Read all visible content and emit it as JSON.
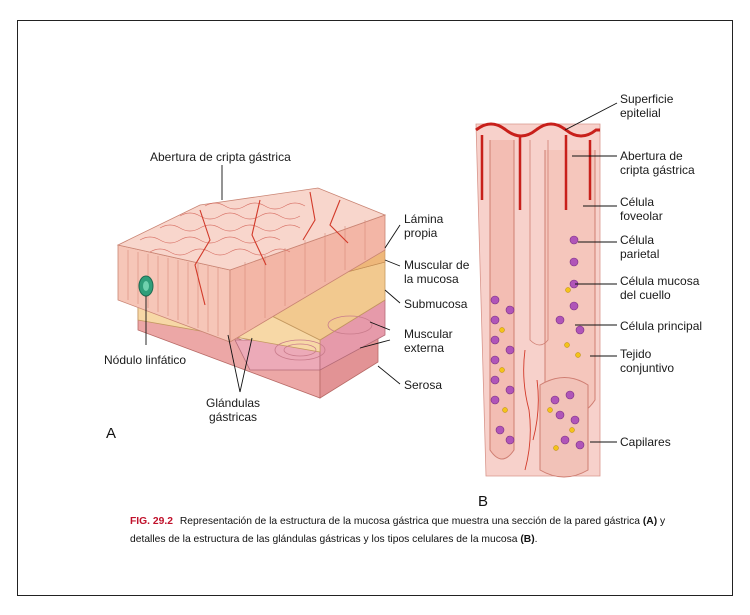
{
  "panel_a": {
    "letter": "A",
    "labels": {
      "abertura_cripta": "Abertura de cripta gástrica",
      "lamina_propia": [
        "Lámina",
        "propia"
      ],
      "muscular_mucosa": [
        "Muscular de",
        "la mucosa"
      ],
      "submucosa": "Submucosa",
      "muscular_externa": [
        "Muscular",
        "externa"
      ],
      "serosa": "Serosa",
      "nodulo_linfatico": "Nódulo linfático",
      "glandulas_gastricas": [
        "Glándulas",
        "gástricas"
      ]
    }
  },
  "panel_b": {
    "letter": "B",
    "labels": {
      "superficie_epitelial": [
        "Superficie",
        "epitelial"
      ],
      "abertura_cripta": [
        "Abertura de",
        "cripta gástrica"
      ],
      "celula_foveolar": [
        "Célula",
        "foveolar"
      ],
      "celula_parietal": [
        "Célula",
        "parietal"
      ],
      "celula_mucosa_cuello": [
        "Célula mucosa",
        "del cuello"
      ],
      "celula_principal": "Célula principal",
      "tejido_conjuntivo": [
        "Tejido",
        "conjuntivo"
      ],
      "capilares": "Capilares"
    }
  },
  "caption": {
    "fig_no": "FIG. 29.2",
    "text_1": "Representación de la estructura de la mucosa gástrica que muestra una sección de la pared gástrica ",
    "bold_a": "(A)",
    "text_2": " y detalles de la estructura de las glándulas gástricas y los tipos celulares de la mucosa ",
    "bold_b": "(B)",
    "text_3": "."
  },
  "colors": {
    "mucosa_surface": "#f6c9bd",
    "mucosa_side": "#f4b8a8",
    "vessel_red": "#d23a2a",
    "submucosa": "#f6d9a3",
    "muscularis": "#e8a9b4",
    "serosa": "#e9a6a6",
    "parietal_purple": "#b055b8",
    "chief_yellow": "#f4c21a"
  }
}
